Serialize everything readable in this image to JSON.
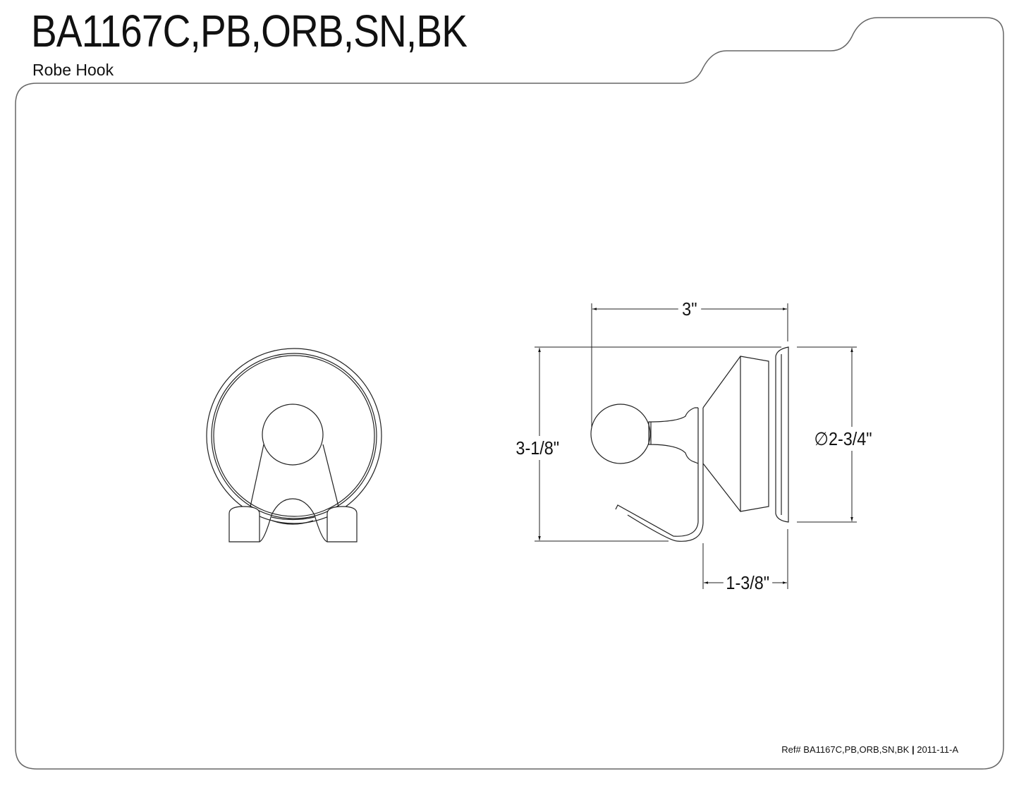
{
  "header": {
    "title": "BA1167C,PB,ORB,SN,BK",
    "subtitle": "Robe Hook"
  },
  "dimensions": {
    "width": "3\"",
    "height": "3-1/8\"",
    "diameter": "∅2-3/4\"",
    "projection": "1-3/8\""
  },
  "footer": {
    "ref": "Ref# BA1167C,PB,ORB,SN,BK",
    "separator": "|",
    "revision": "2011-11-A"
  }
}
